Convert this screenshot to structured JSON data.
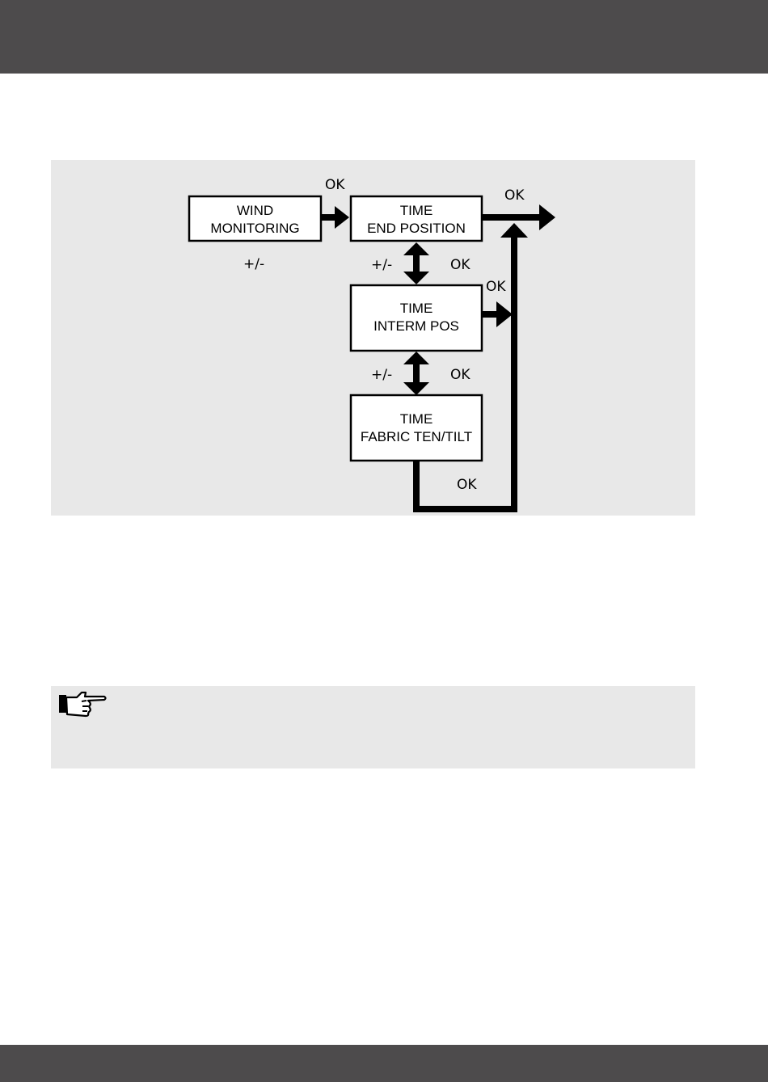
{
  "boxes": {
    "wind": [
      "WIND",
      "MONITORING"
    ],
    "end": [
      "TIME",
      "END POSITION"
    ],
    "interm": [
      "TIME",
      "INTERM POS"
    ],
    "fabric": [
      "TIME",
      "FABRIC TEN/TILT"
    ]
  },
  "labels": {
    "ok_wind_to_end": "OK",
    "ok_end_exit": "OK",
    "plus_minus_wind": "+/-",
    "plus_minus_end_interm": "+/-",
    "ok_end_interm": "OK",
    "ok_interm_exit": "OK",
    "plus_minus_interm_fabric": "+/-",
    "ok_interm_fabric": "OK",
    "ok_fabric_return": "OK"
  },
  "icons": {
    "note": "pointing-hand-icon"
  }
}
